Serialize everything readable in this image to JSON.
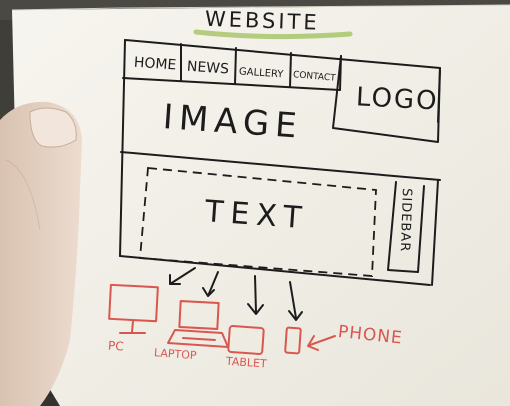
{
  "sketch": {
    "heading": "WEBSITE",
    "nav": {
      "home": "HOME",
      "news": "NEWS",
      "gallery": "GALLERY",
      "contact": "CONTACT"
    },
    "logo": "LOGO",
    "image": "IMAGE",
    "text": "TEXT",
    "sidebar": "SIDEBAR",
    "devices": {
      "pc": "PC",
      "laptop": "LAPTOP",
      "tablet": "TABLET",
      "phone": "PHONE"
    }
  },
  "colors": {
    "ink": "#1c1c1c",
    "red_marker": "#d9574f",
    "green_highlight": "#a7c66b",
    "paper": "#f4f2ea",
    "wood_dark": "#3b3a36"
  }
}
